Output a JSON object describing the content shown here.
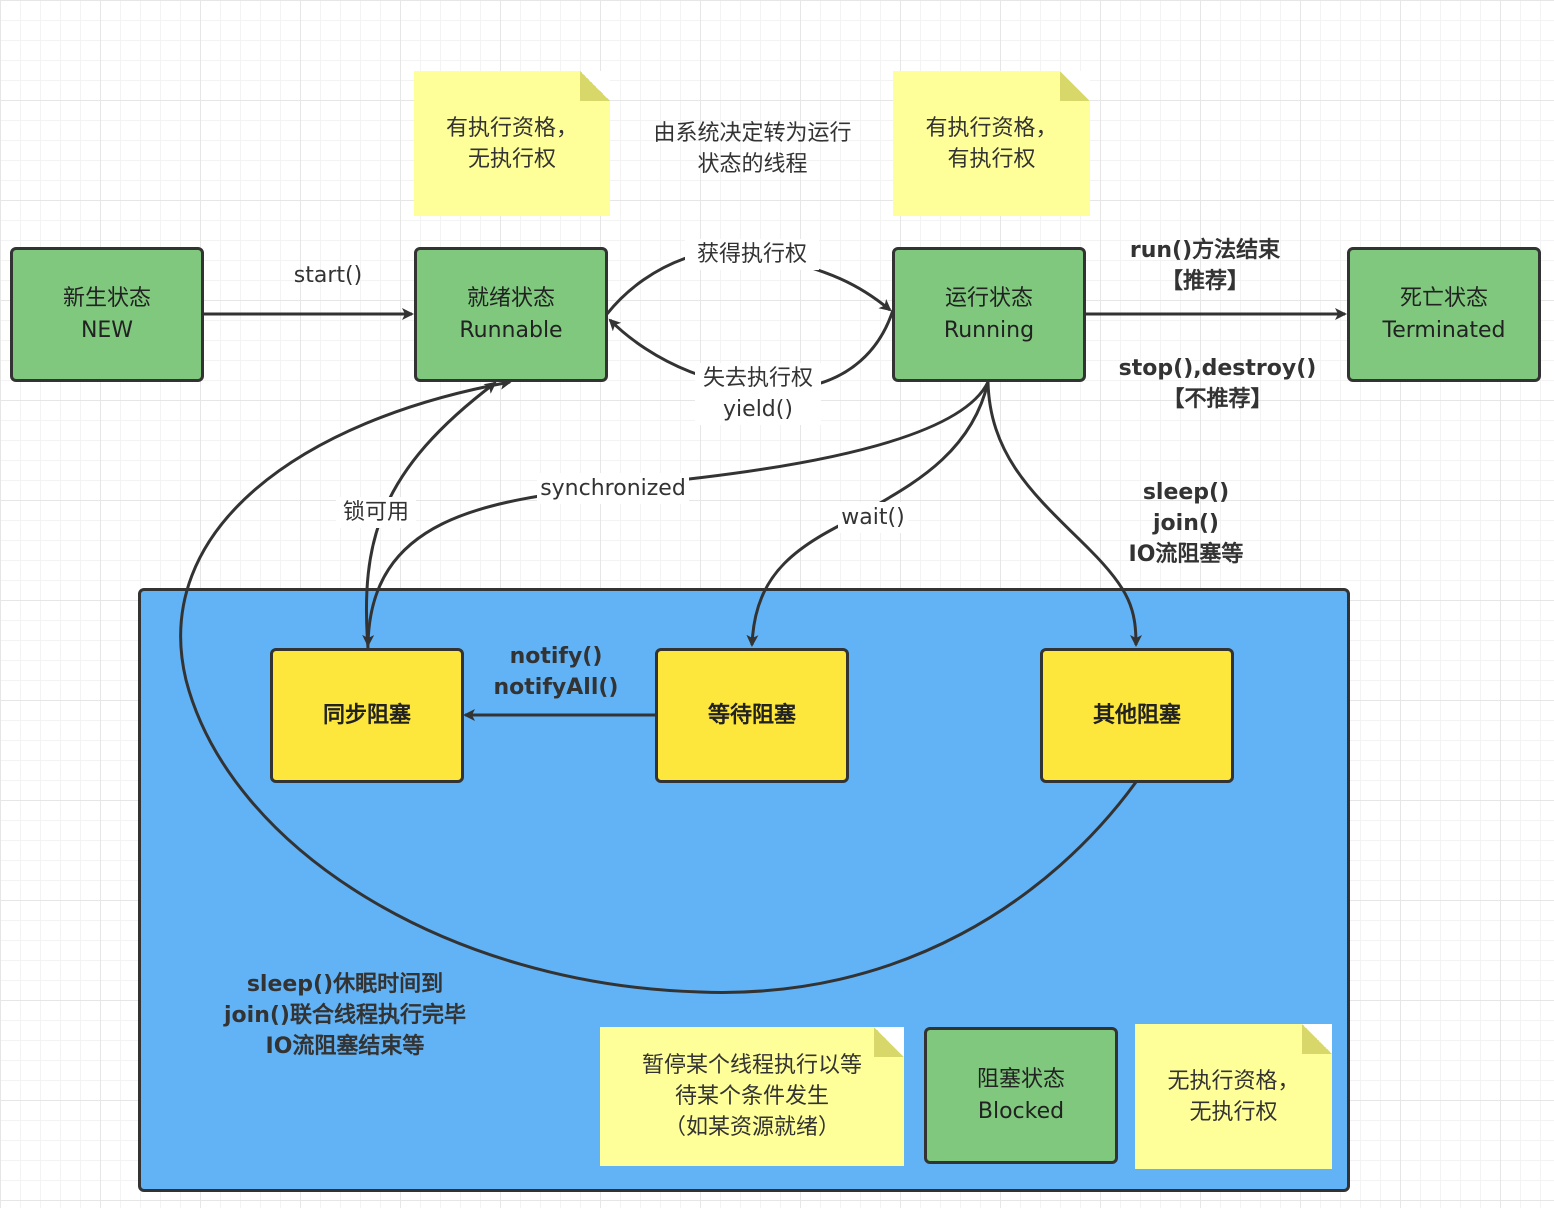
{
  "states": {
    "new": {
      "line1": "新生状态",
      "line2": "NEW"
    },
    "runnable": {
      "line1": "就绪状态",
      "line2": "Runnable"
    },
    "running": {
      "line1": "运行状态",
      "line2": "Running"
    },
    "terminated": {
      "line1": "死亡状态",
      "line2": "Terminated"
    },
    "blocked": {
      "line1": "阻塞状态",
      "line2": "Blocked"
    }
  },
  "blocks": {
    "sync": "同步阻塞",
    "wait": "等待阻塞",
    "other": "其他阻塞"
  },
  "notes": {
    "runnable": {
      "line1": "有执行资格，",
      "line2": "无执行权"
    },
    "running": {
      "line1": "有执行资格，",
      "line2": "有执行权"
    },
    "blocked_desc": {
      "line1": "暂停某个线程执行以等",
      "line2": "待某个条件发生",
      "line3": "（如某资源就绪）"
    },
    "blocked": {
      "line1": "无执行资格，",
      "line2": "无执行权"
    }
  },
  "labels": {
    "system_decides": {
      "line1": "由系统决定转为运行",
      "line2": "状态的线程"
    },
    "start": "start()",
    "gain": "获得执行权",
    "lose": {
      "line1": "失去执行权",
      "line2": "yield()"
    },
    "run_end": {
      "line1": "run()方法结束",
      "line2": "【推荐】"
    },
    "stop": {
      "line1": "stop(),destroy()",
      "line2": "【不推荐】"
    },
    "synchronized": "synchronized",
    "lock": "锁可用",
    "wait": "wait()",
    "sleep": {
      "line1": "sleep()",
      "line2": "join()",
      "line3": "IO流阻塞等"
    },
    "notify": {
      "line1": "notify()",
      "line2": "notifyAll()"
    },
    "sleep_end": {
      "line1": "sleep()休眠时间到",
      "line2": "join()联合线程执行完毕",
      "line3": "IO流阻塞结束等"
    }
  },
  "colors": {
    "state_green": "#7fc87d",
    "block_yellow": "#fde73c",
    "container_blue": "#62b3f5",
    "note_yellow": "#ffff99",
    "line": "#333333"
  }
}
